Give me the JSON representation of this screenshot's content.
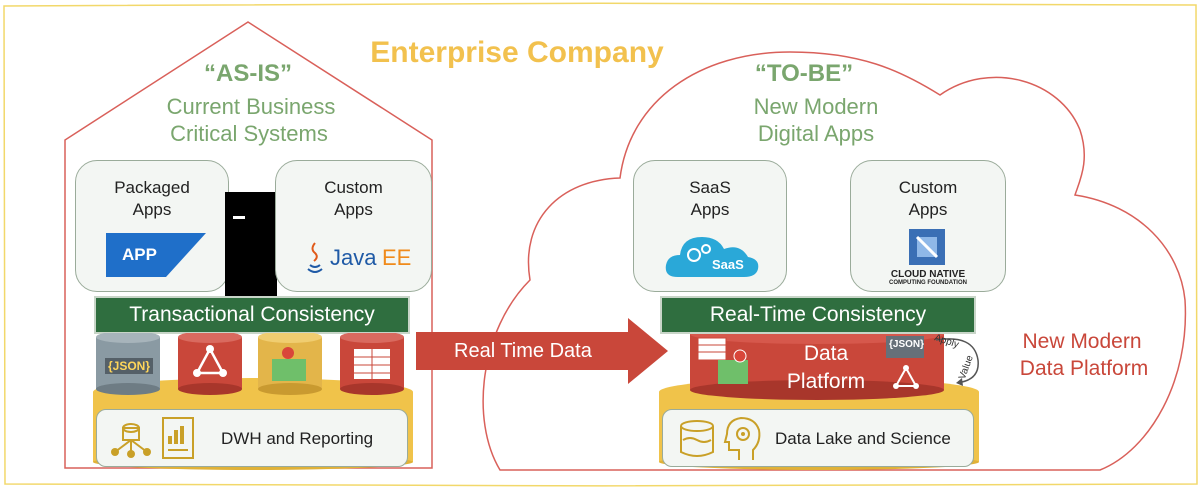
{
  "title": "Enterprise Company",
  "as_is": {
    "heading": "“AS-IS”",
    "subtitle_line1": "Current Business",
    "subtitle_line2": "Critical Systems",
    "card_left": {
      "line1": "Packaged",
      "line2": "Apps",
      "logo": "APP"
    },
    "card_right": {
      "line1": "Custom",
      "line2": "Apps",
      "logo_a": "Java",
      "logo_b": "EE"
    },
    "bar": "Transactional Consistency",
    "db_json": "{JSON}",
    "footer": "DWH and Reporting"
  },
  "arrow": "Real Time Data",
  "to_be": {
    "heading": "“TO-BE”",
    "subtitle_line1": "New Modern",
    "subtitle_line2": "Digital Apps",
    "card_left": {
      "line1": "SaaS",
      "line2": "Apps",
      "logo": "SaaS"
    },
    "card_right": {
      "line1": "Custom",
      "line2": "Apps",
      "logo_a": "CLOUD NATIVE",
      "logo_b": "COMPUTING FOUNDATION"
    },
    "bar": "Real-Time Consistency",
    "platform_line1": "Data",
    "platform_line2": "Platform",
    "db_json": "{JSON}",
    "apply": "Apply",
    "value": "Value",
    "footer": "Data Lake and Science"
  },
  "side_label_line1": "New Modern",
  "side_label_line2": "Data Platform",
  "colors": {
    "title": "#f2c14e",
    "green": "#7aa66e",
    "dark_green": "#2f6e3f",
    "red": "#c9473a",
    "gold": "#f0c34a"
  }
}
